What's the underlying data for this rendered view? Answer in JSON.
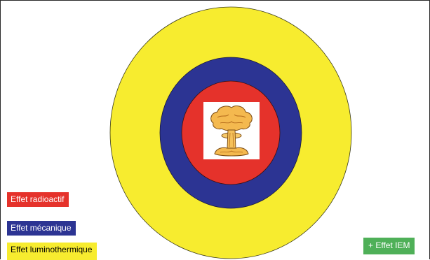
{
  "diagram": {
    "rings": [
      {
        "name": "Effet luminothermique",
        "color": "#f7ec2f"
      },
      {
        "name": "Effet mécanique",
        "color": "#2c3493"
      },
      {
        "name": "Effet radioactif",
        "color": "#e5322b"
      }
    ],
    "center_icon": "mushroom-cloud-icon"
  },
  "legend": {
    "radioactif": "Effet radioactif",
    "mecanique": "Effet mécanique",
    "luminothermique": "Effet luminothermique",
    "iem": "+ Effet IEM"
  },
  "colors": {
    "yellow": "#f7ec2f",
    "blue": "#2c3493",
    "red": "#e5322b",
    "green": "#4fb058"
  }
}
